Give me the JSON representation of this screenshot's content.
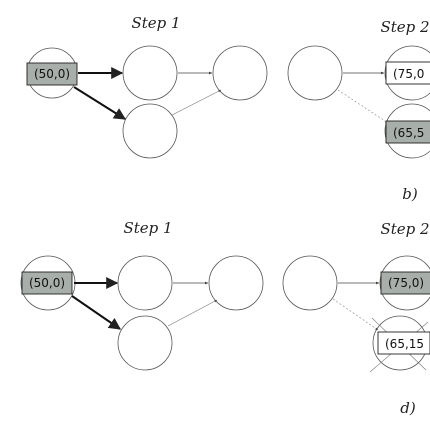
{
  "diagram_top": {
    "step1_title": "Step 1",
    "step2_title": "Step 2",
    "node_a_label": "(50,0)",
    "node_b_label": "(75,0",
    "node_c_label": "(65,5",
    "caption": "b)"
  },
  "diagram_bottom": {
    "step1_title": "Step 1",
    "step2_title": "Step 2",
    "node_a_label": "(50,0)",
    "node_b_label": "(75,0)",
    "node_c_label": "(65,15",
    "caption": "d)"
  }
}
